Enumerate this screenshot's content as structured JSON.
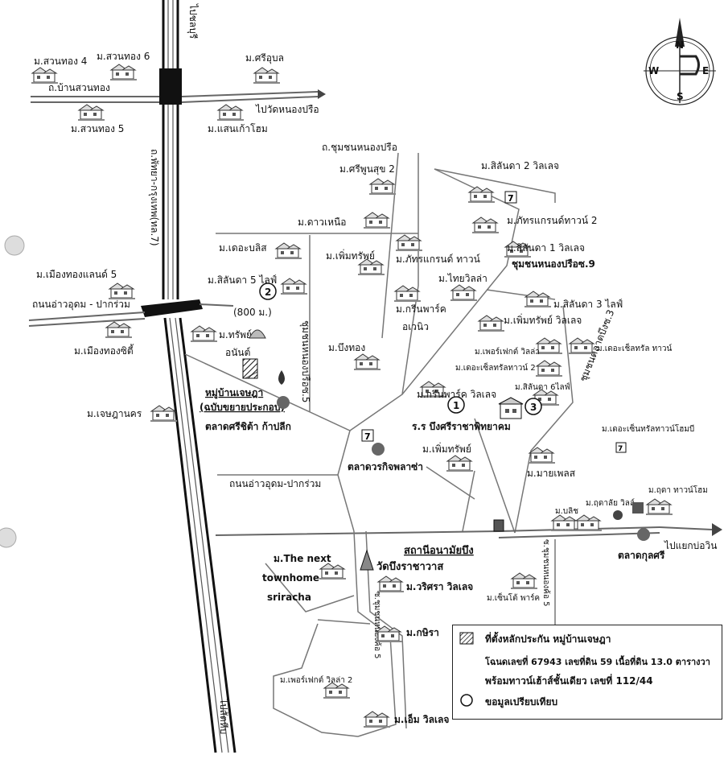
{
  "roads": {
    "suan_thong": "ถ.บ้านสวนทอง",
    "to_chonburi": "ไปชลบุรี",
    "to_wat_nong_prue": "ไปวัดหนองปรือ",
    "pattaya_bangkok": "ถ.พัทยา-กรุงเทพ(ทล.7)",
    "chumchon_nong_prue": "ถ.ชุมชนหนองปรือ",
    "ao_udom_1": "ถนนอ่าวอุดม - ปากร่วม",
    "ao_udom_2": "ถนนอ่าวอุดม-ปากร่วม",
    "soi5": "ชุมชนหนองปรือซ.5",
    "soi3": "ชุมชนตลาดบึงซ.3",
    "soi5b": "ซ.ชุมชนหนองค้อ 5",
    "soi_nongkor": "ซ.ชุมชนหนองค้อ 5",
    "to_laem_chabang": "ไปแยกบ่อวิน",
    "to_sattahip": "ไปสัตหีบ",
    "distance": "(800 ม.)"
  },
  "villages": [
    "ม.สวนทอง 4",
    "ม.สวนทอง 6",
    "ม.ศรีอุบล",
    "ม.สวนทอง 5",
    "ม.แสนเก้าโฮม",
    "ม.ศรีพูนสุข 2",
    "ม.สิลันดา 2 วิลเลจ",
    "ม.ดาวเหนือ",
    "ม.ภัทรแกรนด์ทาวน์ 2",
    "ม.เดอะบลิส",
    "ม.เพิ่มทรัพย์",
    "ม.ภัทรแกรนด์ ทาวน์",
    "ม.สิลันดา 1 วิลเลจ",
    "ชุมชนหนองปรือซ.9",
    "ม.เมืองทองแลนด์ 5",
    "ม.สิลันดา 5 ไลฟ์",
    "ม.ไทยวิลล่า",
    "ม.กรีนพาร์ค",
    "อเวนิว",
    "ม.สิลันดา 3 ไลฟ์",
    "ม.เพิ่มทรัพย์ วิลเลจ",
    "ม.เมืองทองซิตี้",
    "ม.ทรัพย์",
    "อนันต์",
    "ม.บึงทอง",
    "ม.เพอร์เฟกต์ วิลล่า",
    "ม.เดอะเช็ลทรัล ทาวน์",
    "ม.เดอะเซ็ลทรัลทาวน์ 2",
    "ม.สิลันดา 6ไลฟ์",
    "ม.กรีนพาร์ค วิลเลจ",
    "ม.เจษฎานคร",
    "ม.เพิ่มทรัพย์",
    "ม.มายเพลส",
    "ม.เดอะเซ็นทรัลทาวน์โฮมบี",
    "ม.บลิช",
    "ม.ฤดาลัย วิลล์",
    "ม.ฤดา ทาวน์โฮม",
    "ม.The next",
    "townhome",
    "sriracha",
    "ม.วริศรา วิลเลจ",
    "ม.เซ็นโต้ พาร์ค",
    "ม.กษิรา",
    "ม.เพอร์เฟกต์ วิลล่า 2",
    "ม.เอ็ม วิลเลจ"
  ],
  "places": {
    "target_village_1": "หมู่บ้านเจษฎา",
    "target_village_2": "(ฉบับขยายประกอบ)",
    "market_1": "ตลาดศรีชิต้า ก้าปลีก",
    "school": "ร.ร บึงศรีราชาพิทยาคม",
    "market_2": "ตลาดวรกิจพลาซ่า",
    "health_station": "สถานีอนามัยบึง",
    "temple": "วัดบึงราชาวาส",
    "market_3": "ตลาดกุลศรี"
  },
  "markers": [
    "1",
    "2",
    "3"
  ],
  "compass": {
    "n": "N",
    "e": "E",
    "s": "S",
    "w": "W"
  },
  "legend": {
    "line1": "ที่ตั้งหลักประกัน หมู่บ้านเจษฎา",
    "line2": "โฉนดเลขที่ 67943 เลขที่ดิน 59 เนื้อที่ดิน 13.0 ตารางวา",
    "line3": "พร้อมทาวน์เฮ้าส์ชั้นเดียว เลขที่ 112/44",
    "line4": "ขอมูลเปรียบเทียบ"
  },
  "colors": {
    "road": "#666666",
    "highway": "#111111",
    "text": "#111111"
  }
}
